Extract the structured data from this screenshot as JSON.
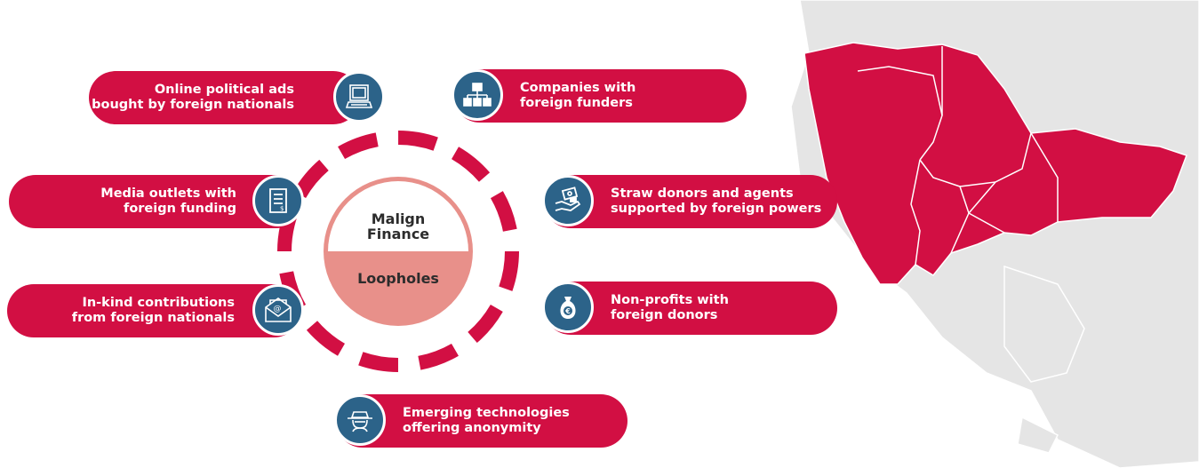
{
  "center": {
    "title_line1": "Malign",
    "title_line2": "Finance",
    "subtitle": "Loopholes"
  },
  "loopholes": {
    "online_ads": {
      "line1": "Online political ads",
      "line2": "bought by foreign nationals",
      "icon": "computer-icon"
    },
    "companies": {
      "line1": "Companies with",
      "line2": "foreign funders",
      "icon": "org-chart-icon"
    },
    "media": {
      "line1": "Media outlets with",
      "line2": "foreign funding",
      "icon": "document-icon"
    },
    "straw_donors": {
      "line1": "Straw donors and agents",
      "line2": "supported by foreign powers",
      "icon": "hand-money-icon"
    },
    "in_kind": {
      "line1": "In-kind contributions",
      "line2": "from foreign nationals",
      "icon": "email-envelope-icon"
    },
    "nonprofits": {
      "line1": "Non-profits with",
      "line2": "foreign donors",
      "icon": "money-bag-euro-icon"
    },
    "emerging_tech": {
      "line1": "Emerging technologies",
      "line2": "offering anonymity",
      "icon": "anonymous-spy-icon"
    }
  },
  "colors": {
    "accent": "#d20f43",
    "icon_bg": "#2c6389",
    "circle": "#e8908a",
    "map_land": "#e5e5e5"
  }
}
